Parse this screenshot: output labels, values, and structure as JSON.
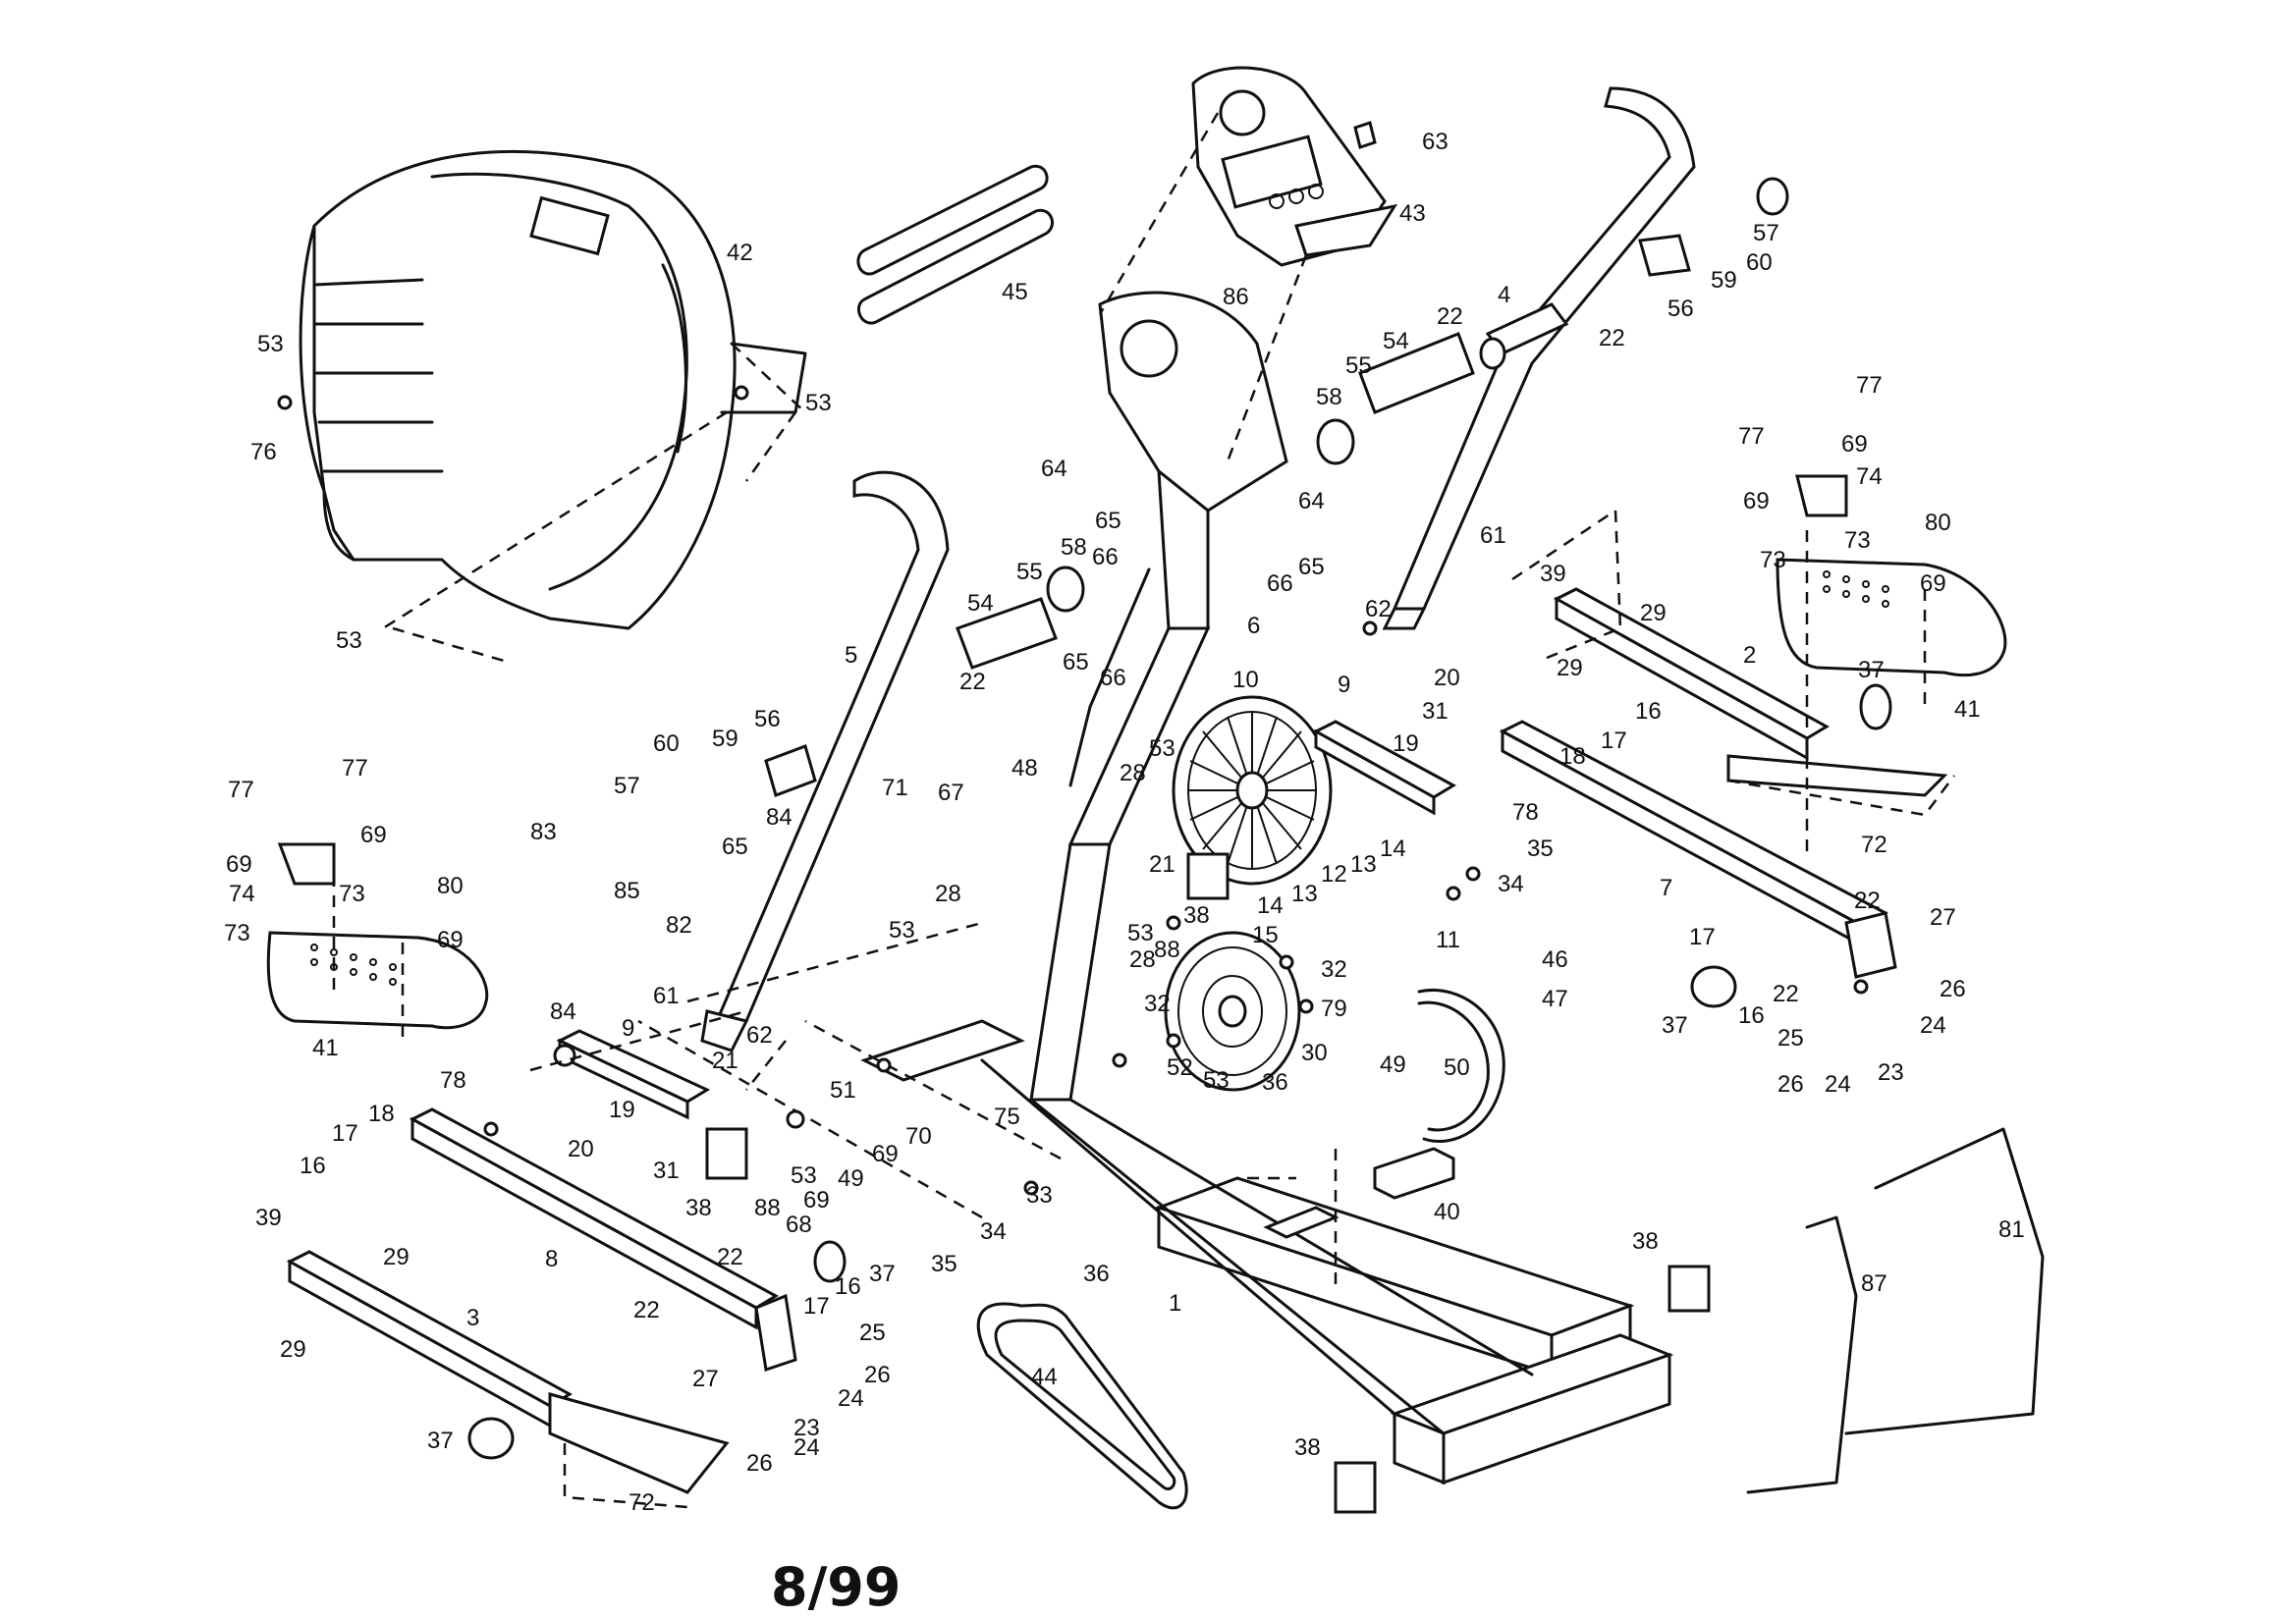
{
  "footer": {
    "date_code": "8/99"
  },
  "labels": {
    "cover_42": "42",
    "tubes_45": "45",
    "console_63": "63",
    "console_43": "43",
    "handle_4": "4",
    "handle_5": "5",
    "frame_6": "6",
    "frame_1": "1",
    "arm_2": "2",
    "arm_3": "3",
    "arm_7": "7",
    "arm_8": "8",
    "pulley_10": "10",
    "pulley_30": "30",
    "belt_44": "44",
    "belt_50": "50",
    "pedal_41a": "41",
    "pedal_41b": "41",
    "wire_81": "81",
    "wire_87": "87",
    "pad_40": "40",
    "p53a": "53",
    "p76": "76",
    "p53b": "53",
    "p53c": "53",
    "p86": "86",
    "p64a": "64",
    "p64b": "64",
    "p54a": "54",
    "p55a": "55",
    "p58a": "58",
    "p22a": "22",
    "p22b": "22",
    "p56a": "56",
    "p57a": "57",
    "p59a": "59",
    "p60a": "60",
    "p77a": "77",
    "p77b": "77",
    "p69a": "69",
    "p69b": "69",
    "p74a": "74",
    "p73a": "73",
    "p80a": "80",
    "p69c": "69",
    "p37a": "37",
    "p61a": "61",
    "p62a": "62",
    "p39a": "39",
    "p29a": "29",
    "p29b": "29",
    "p65a": "65",
    "p66a": "66",
    "p58b": "58",
    "p55b": "55",
    "p54b": "54",
    "p65b": "65",
    "p66b": "66",
    "p65c": "65",
    "p66c": "66",
    "p9a": "9",
    "p20a": "20",
    "p31a": "31",
    "p19a": "19",
    "p16a": "16",
    "p17a": "17",
    "p18a": "18",
    "p78a": "78",
    "p22c": "22",
    "p56b": "56",
    "p59b": "59",
    "p60b": "60",
    "p57b": "57",
    "p83": "83",
    "p84a": "84",
    "p65d": "65",
    "p85": "85",
    "p82": "82",
    "p84b": "84",
    "p71": "71",
    "p67": "67",
    "p48": "48",
    "p28a": "28",
    "p53d": "53",
    "p21a": "21",
    "p53e": "53",
    "p28b": "28",
    "p38a": "38",
    "p88a": "88",
    "p53f": "53",
    "p28c": "28",
    "p14a": "14",
    "p14b": "14",
    "p13a": "13",
    "p12": "12",
    "p13b": "13",
    "p15": "15",
    "p11": "11",
    "p35a": "35",
    "p34a": "34",
    "p46": "46",
    "p47": "47",
    "p32a": "32",
    "p32b": "32",
    "p79": "79",
    "p22d": "22",
    "p27a": "27",
    "p17b": "17",
    "p16b": "16",
    "p22e": "22",
    "p26a": "26",
    "p24a": "24",
    "p25a": "25",
    "p26b": "26",
    "p24b": "24",
    "p23a": "23",
    "p37b": "37",
    "p77c": "77",
    "p77d": "77",
    "p69d": "69",
    "p69e": "69",
    "p74b": "74",
    "p73b": "73",
    "p73c": "73",
    "p80b": "80",
    "p69f": "69",
    "p61b": "61",
    "p62b": "62",
    "p21b": "21",
    "p9b": "9",
    "p78b": "78",
    "p19b": "19",
    "p20b": "20",
    "p31b": "31",
    "p16c": "16",
    "p17c": "17",
    "p18b": "18",
    "p38b": "38",
    "p88b": "88",
    "p51": "51",
    "p53g": "53",
    "p49a": "49",
    "p69g": "69",
    "p70": "70",
    "p75": "75",
    "p69h": "69",
    "p68": "68",
    "p33": "33",
    "p34b": "34",
    "p35b": "35",
    "p52": "52",
    "p53h": "53",
    "p36a": "36",
    "p36b": "36",
    "p49b": "49",
    "p39b": "39",
    "p29c": "29",
    "p29d": "29",
    "p22f": "22",
    "p22g": "22",
    "p17d": "17",
    "p16d": "16",
    "p37c": "37",
    "p25b": "25",
    "p27b": "27",
    "p26c": "26",
    "p24c": "24",
    "p23b": "23",
    "p26d": "26",
    "p24d": "24",
    "p37d": "37",
    "p72a": "72",
    "p72b": "72",
    "p38c": "38",
    "p38d": "38",
    "p73d": "73"
  }
}
